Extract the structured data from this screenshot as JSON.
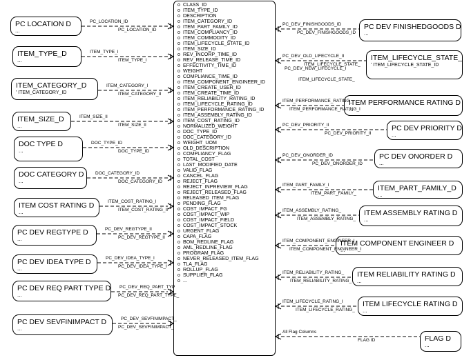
{
  "central_entity": {
    "attributes": [
      "CLASS_ID",
      "ITEM_TYPE_ID",
      "DESCRIPTION",
      "ITEM_CATEGORY_ID",
      "ITEM_PART_FAMILY_ID",
      "ITEM_COMPLIANCY_ID",
      "ITEM_COMMODITY_ID",
      "ITEM_LIFECYCLE_STATE_ID",
      "ITEM_SIZE_ID",
      "REV_INCORP_TIME_ID",
      "REV_RELEASE_TIME_ID",
      "EFFECTIVITY_TIME_ID",
      "WEIGHT",
      "COMPLIANCE_TIME_ID",
      "ITEM_COMPONENT_ENGINEER_ID",
      "ITEM_CREATE_USER_ID",
      "ITEM_CREATE_TIME_ID",
      "ITEM_RELIABILITY_RATING_ID",
      "ITEM_LIFECYCLE_RATING_ID",
      "ITEM_PERFORMANCE_RATING_ID",
      "ITEM_ASSEMBLY_RATING_ID",
      "ITEM_COST_RATING_ID",
      "NORMALIZED_WEIGHT",
      "DOC_TYPE_ID",
      "DOC_CATEGORY_ID",
      "WEIGHT_UOM",
      "OLD_DESCRIPTION",
      "COMPLIANCY_FLAG",
      "TOTAL_COST",
      "LAST_MODIFIED_DATE",
      "VALID_FLAG",
      "CANCEL_FLAG",
      "REJECT_FLAG",
      "REJECT_INPREVIEW_FLAG",
      "REJECT_RELEASED_FLAG",
      "RELEASED_ITEM_FLAG",
      "PENDING_FLAG",
      "COST_IMPACT_FG",
      "COST_IMPACT_WIP",
      "COST_IMPACT_FIELD",
      "COST_IMPACT_STOCK",
      "URGENT_FLAG",
      "CAPA_FLAG",
      "BOM_REDLINE_FLAG",
      "AML_REDLINE_FLAG",
      "PROGRAM_FLAG",
      "NEVER_RELEASED_ITEM_FLAG",
      "TLA_FLAG",
      "ROLLUP_FLAG",
      "SUPPLIER_FLAG",
      "..."
    ]
  },
  "left_entities": [
    {
      "name": "PC LOCATION D",
      "sub": "",
      "dots": "...",
      "rel_top": "PC_LOCATION_ID",
      "rel_bottom": "PC_LOCATION_ID"
    },
    {
      "name": "ITEM_TYPE_D",
      "sub": "",
      "dots": "...",
      "rel_top": "ITEM_TYPE_I",
      "rel_bottom": "ITEM_TYPE_I"
    },
    {
      "name": "ITEM_CATEGORY_D",
      "sub": "' ITEM_CATEGORY_ID",
      "dots": "",
      "rel_top": "ITEM_CATEGORY_I",
      "rel_bottom": "ITEM_CATEGORY_II"
    },
    {
      "name": "ITEM_SIZE_D",
      "sub": "",
      "dots": "...",
      "rel_top": "ITEM_SIZE_II",
      "rel_bottom": "ITEM_SIZE_II"
    },
    {
      "name": "DOC TYPE D",
      "sub": "",
      "dots": "...",
      "rel_top": "DOC_TYPE_ID",
      "rel_bottom": "DOC_TYPE_ID"
    },
    {
      "name": "DOC CATEGORY D",
      "sub": "",
      "dots": "...",
      "rel_top": "DOC_CATEGORY_ID",
      "rel_bottom": "DOC_CATEGORY_ID"
    },
    {
      "name": "ITEM COST RATING D",
      "sub": "",
      "dots": "...",
      "rel_top": "ITEM_COST_RATING_I",
      "rel_bottom": "ITEM_COST_RATING_II"
    },
    {
      "name": "PC DEV REGTYPE D",
      "sub": "",
      "dots": "...",
      "rel_top": "PC_DEV_REGTYPE_II",
      "rel_bottom": "PC_DEV_REGTYPE_II"
    },
    {
      "name": "PC DEV IDEA TYPE D",
      "sub": "",
      "dots": "...",
      "rel_top": "PC_DEV_IDEA_TYPE_I",
      "rel_bottom": "PC_DEV_IDEA_TYPE_I"
    },
    {
      "name": "PC DEV REQ PART TYPE D",
      "sub": "",
      "dots": "...",
      "rel_top": "PC_DEV_REQ_PART_TYP",
      "rel_bottom": "PC_DEV_REQ_PART_TYPE_"
    },
    {
      "name": "PC DEV SEVFINIMPACT D",
      "sub": "",
      "dots": "...",
      "rel_top": "PC_DEV_SEVFINIMPACT_",
      "rel_bottom": "PC_DEV_SEVFINIMPACT_"
    }
  ],
  "right_entities": [
    {
      "name": "PC DEV FINISHEDGOODS D",
      "sub": "",
      "dots": "...",
      "rel_top": "PC_DEV_FINISHGOODS_ID",
      "rel_bottom": "PC_DEV_FINISHGOODS_ID"
    },
    {
      "name": "ITEM_LIFECYCLE_STATE_",
      "sub": "' ITEM_LIFECYCLE_STATE_ID",
      "dots": "",
      "rel_top": "PC_DEV_OLD_LIFECYCLE_II",
      "rel_bottom": "ITEM_LIFECYCLE_STATE_"
    },
    {
      "name": "ITEM PERFORMANCE RATING D",
      "sub": "",
      "dots": "...",
      "rel_top": "ITEM_PERFORMANCE_RATING_",
      "rel_bottom": "ITEM_PERFORMANCE_RATING_I"
    },
    {
      "name": "PC DEV PRIORITY D",
      "sub": "",
      "dots": "...",
      "rel_top": "PC_DEV_PRIORITY_II",
      "rel_bottom": "PC_DEV_PRIORITY_II"
    },
    {
      "name": "PC DEV ONORDER D",
      "sub": "",
      "dots": "...",
      "rel_top": "PC_DEV_ONORDER_ID",
      "rel_bottom": "PC_DEV_ONORDER_ID"
    },
    {
      "name": "ITEM_PART_FAMILY_D",
      "sub": "",
      "dots": "...",
      "rel_top": "ITEM_PART_FAMILY_I",
      "rel_bottom": "ITEM_PART_FAMILY_"
    },
    {
      "name": "ITEM ASSEMBLY RATING D",
      "sub": "",
      "dots": "...",
      "rel_top": "ITEM_ASSEMBLY_RATING_",
      "rel_bottom": "ITEM_ASSEMBLY_RATING_"
    },
    {
      "name": "ITEM COMPONENT ENGINEER D",
      "sub": "",
      "dots": "...",
      "rel_top": "ITEM_COMPONENT_ENGINEER_I",
      "rel_bottom": "ITEM_COMPONENT_ENGINEER_I"
    },
    {
      "name": "ITEM RELIABILITY RATING D",
      "sub": "",
      "dots": "...",
      "rel_top": "ITEM_RELIABILITY_RATING_",
      "rel_bottom": "ITEM_RELIABILITY_RATING_"
    },
    {
      "name": "ITEM LIFECYCLE RATING D",
      "sub": "",
      "dots": "...",
      "rel_top": "ITEM_LIFECYCLE_RATING_I",
      "rel_bottom": "ITEM_LIFECYCLE_RATING_"
    },
    {
      "name": "FLAG D",
      "sub": "",
      "dots": "...",
      "rel_top": "All Flag Columns",
      "rel_bottom": "FLAG ID"
    }
  ],
  "extra_labels": {
    "lifecycle_new": "PC_DEV_NEW_LIFECYCLE_I",
    "lifecycle_state_2": "ITEM_LIFECYCLE_STATE_"
  }
}
